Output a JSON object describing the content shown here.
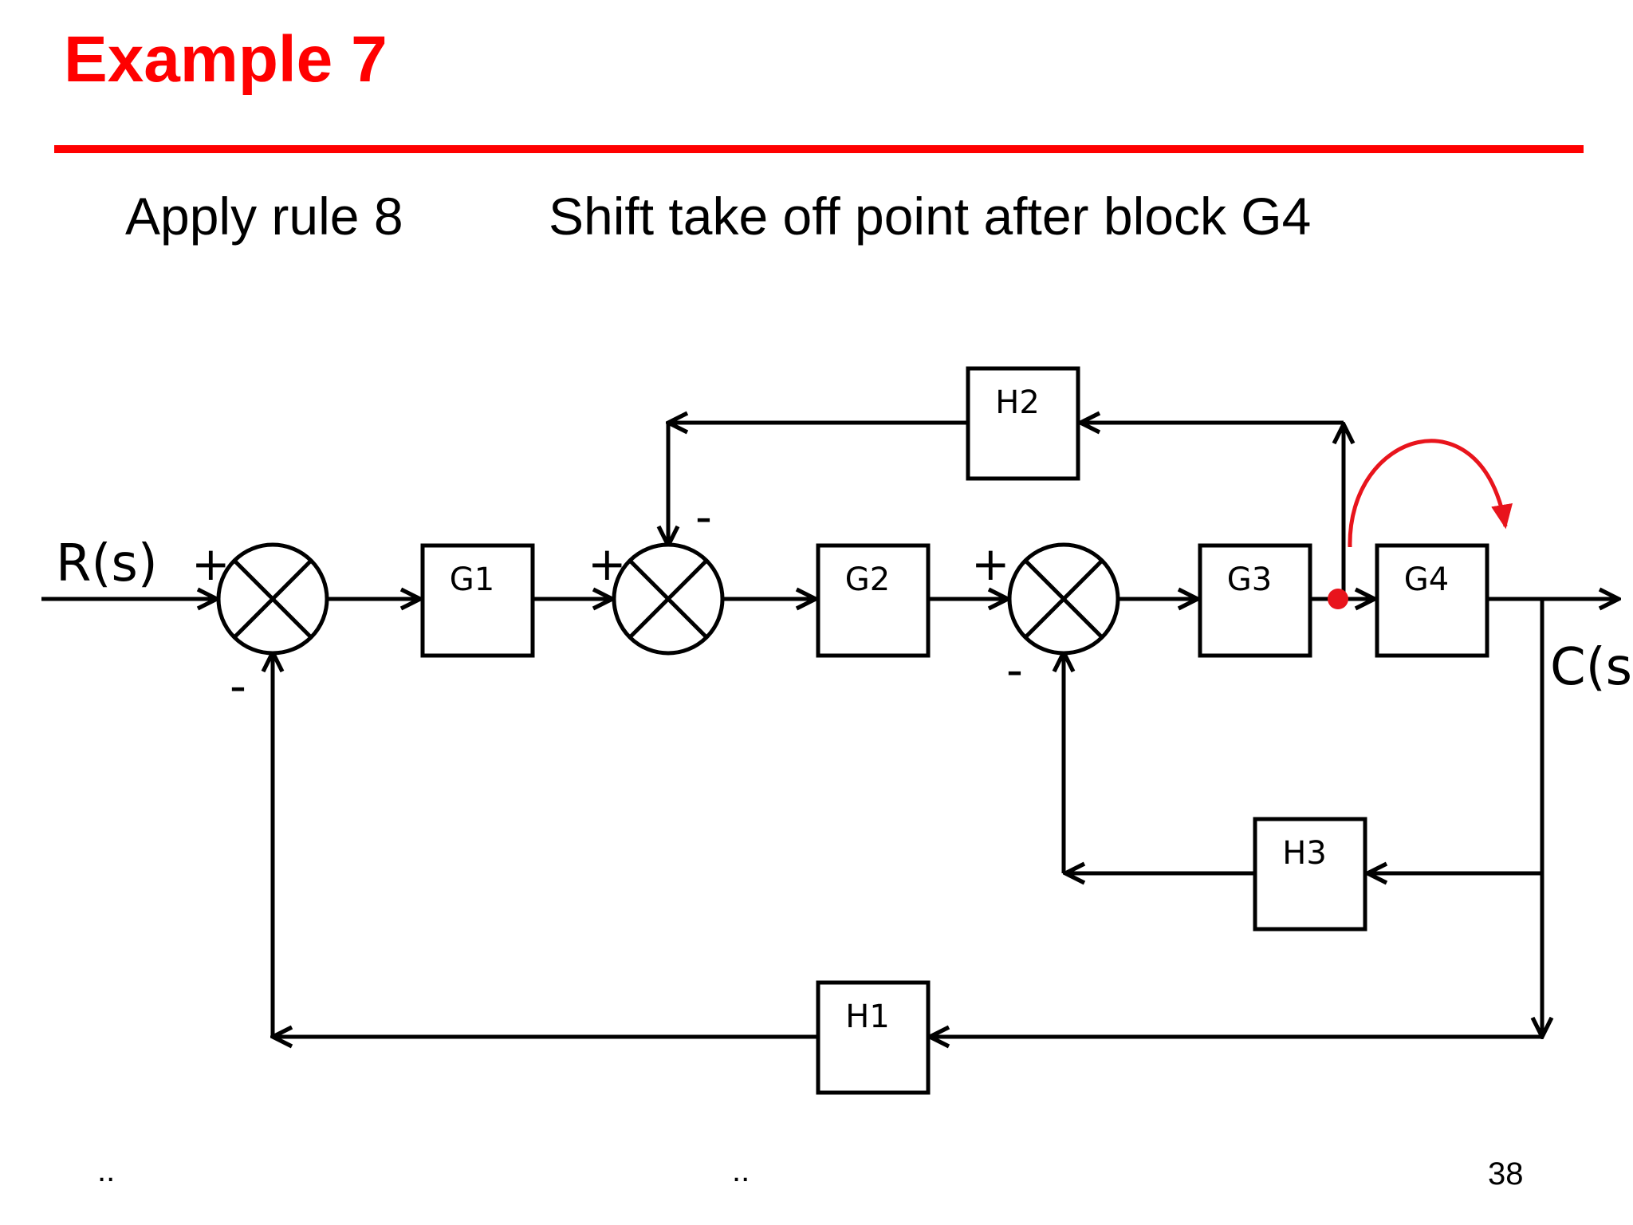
{
  "slide": {
    "title": "Example 7",
    "rule_label": "Apply rule 8",
    "instruction": "Shift take off point after block G4",
    "footer_left": "..",
    "footer_center": "..",
    "page_number": "38"
  },
  "colors": {
    "accent": "#ff0000",
    "line": "#000000",
    "highlight_arrow": "#e8141c"
  },
  "diagram": {
    "input_label": "R(s)",
    "output_label": "C(s)",
    "blocks": {
      "G1": "G1",
      "G2": "G2",
      "G3": "G3",
      "G4": "G4",
      "H1": "H1",
      "H2": "H2",
      "H3": "H3"
    },
    "signs": {
      "sum1_plus": "+",
      "sum1_minus": "-",
      "sum2_plus": "+",
      "sum2_minus": "-",
      "sum3_plus": "+",
      "sum3_minus": "-"
    }
  }
}
